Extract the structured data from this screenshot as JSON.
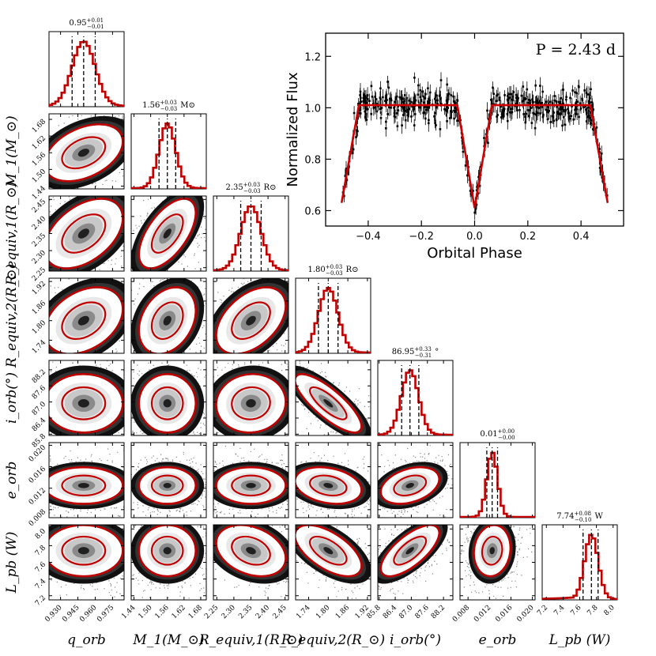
{
  "chart_data": {
    "corner": {
      "type": "corner",
      "parameters": [
        {
          "key": "q",
          "label": "q_orb",
          "range": [
            0.92,
            0.985
          ],
          "ticks": [
            0.93,
            0.945,
            0.96,
            0.975
          ],
          "tick_labels": [
            "0.930",
            "0.945",
            "0.960",
            "0.975"
          ],
          "median": 0.95,
          "err_minus": 0.01,
          "err_plus": 0.01,
          "title": "0.95",
          "title_plus": "+0.01",
          "title_minus": "−0.01",
          "title_unit": ""
        },
        {
          "key": "m1",
          "label": "M_1(M_⊙)",
          "range": [
            1.43,
            1.7
          ],
          "ticks": [
            1.44,
            1.5,
            1.56,
            1.62,
            1.68
          ],
          "tick_labels": [
            "1.44",
            "1.50",
            "1.56",
            "1.62",
            "1.68"
          ],
          "median": 1.56,
          "err_minus": 0.03,
          "err_plus": 0.03,
          "title": "1.56",
          "title_plus": "+0.03",
          "title_minus": "−0.03",
          "title_unit": "M⊙"
        },
        {
          "key": "r1",
          "label": "R_equiv,1(R_⊙)",
          "range": [
            2.24,
            2.46
          ],
          "ticks": [
            2.25,
            2.3,
            2.35,
            2.4,
            2.45
          ],
          "tick_labels": [
            "2.25",
            "2.30",
            "2.35",
            "2.40",
            "2.45"
          ],
          "median": 2.35,
          "err_minus": 0.03,
          "err_plus": 0.03,
          "title": "2.35",
          "title_plus": "+0.03",
          "title_minus": "−0.03",
          "title_unit": "R⊙"
        },
        {
          "key": "r2",
          "label": "R_equiv,2(R_⊙)",
          "range": [
            1.7,
            1.93
          ],
          "ticks": [
            1.74,
            1.8,
            1.86,
            1.92
          ],
          "tick_labels": [
            "1.74",
            "1.80",
            "1.86",
            "1.92"
          ],
          "median": 1.8,
          "err_minus": 0.03,
          "err_plus": 0.03,
          "title": "1.80",
          "title_plus": "+0.03",
          "title_minus": "−0.03",
          "title_unit": "R⊙"
        },
        {
          "key": "i",
          "label": "i_orb(°)",
          "range": [
            85.75,
            88.55
          ],
          "ticks": [
            85.8,
            86.4,
            87.0,
            87.6,
            88.2
          ],
          "tick_labels": [
            "85.8",
            "86.4",
            "87.0",
            "87.6",
            "88.2"
          ],
          "median": 86.95,
          "err_minus": 0.31,
          "err_plus": 0.33,
          "title": "86.95",
          "title_plus": "+0.33",
          "title_minus": "−0.31",
          "title_unit": "°"
        },
        {
          "key": "e",
          "label": "e_orb",
          "range": [
            0.0065,
            0.0205
          ],
          "ticks": [
            0.008,
            0.012,
            0.016,
            0.02
          ],
          "tick_labels": [
            "0.008",
            "0.012",
            "0.016",
            "0.020"
          ],
          "median": 0.0125,
          "err_minus": 0.001,
          "err_plus": 0.001,
          "title": "0.01",
          "title_plus": "+0.00",
          "title_minus": "−0.00",
          "title_unit": ""
        },
        {
          "key": "l",
          "label": "L_pb (W)",
          "range": [
            7.15,
            8.05
          ],
          "ticks": [
            7.2,
            7.4,
            7.6,
            7.8,
            8.0
          ],
          "tick_labels": [
            "7.2",
            "7.4",
            "7.6",
            "7.8",
            "8.0"
          ],
          "median": 7.74,
          "err_minus": 0.1,
          "err_plus": 0.08,
          "title": "7.74",
          "title_plus": "+0.08",
          "title_minus": "−0.10",
          "title_unit": "W"
        }
      ],
      "hist_color": "#c00000",
      "contour_color": "#c00000",
      "quantile_line_color": "#000000"
    },
    "light_curve": {
      "type": "scatter",
      "xlabel": "Orbital Phase",
      "ylabel": "Normalized Flux",
      "xlim": [
        -0.56,
        0.56
      ],
      "ylim": [
        0.54,
        1.29
      ],
      "xticks": [
        -0.4,
        -0.2,
        0.0,
        0.2,
        0.4
      ],
      "xtick_labels": [
        "−0.4",
        "−0.2",
        "0.0",
        "0.2",
        "0.4"
      ],
      "yticks": [
        0.6,
        0.8,
        1.0,
        1.2
      ],
      "ytick_labels": [
        "0.6",
        "0.8",
        "1.0",
        "1.2"
      ],
      "annotation": "P = 2.43 d",
      "model_color": "#d00000",
      "data_color": "#000000",
      "phase_range": [
        -0.5,
        0.5
      ],
      "continuum": 1.01,
      "primary_depth": 0.4,
      "primary_halfwidth": 0.065,
      "secondary_depth": 0.38,
      "secondary_halfwidth": 0.065,
      "scatter_sigma": 0.035
    }
  },
  "text": {
    "annotation_prefix": "P",
    "annotation_value": " = 2.43 d"
  }
}
